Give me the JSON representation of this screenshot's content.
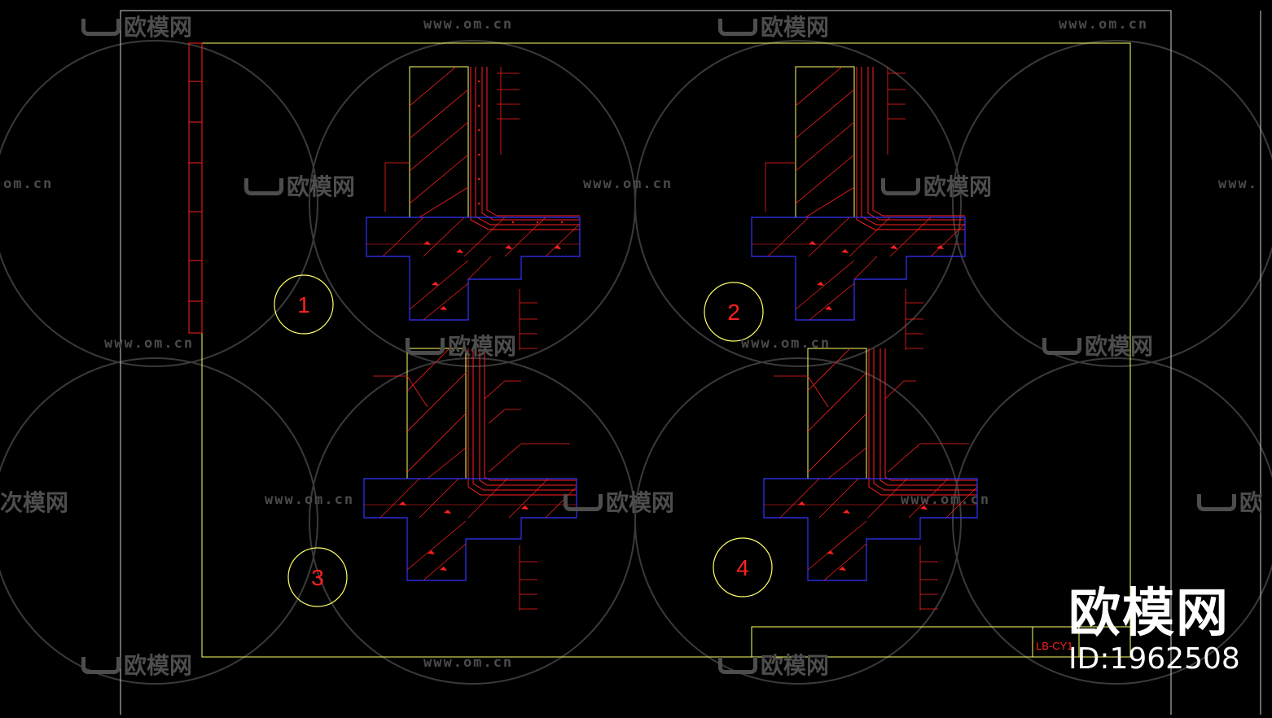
{
  "watermark": {
    "brand_cn": "欧模网",
    "url": "www.om.cn",
    "url_partial": "om.cn"
  },
  "brand_badge": {
    "name": "欧模网",
    "id": "ID:1962508"
  },
  "details": [
    {
      "number": "1"
    },
    {
      "number": "2"
    },
    {
      "number": "3"
    },
    {
      "number": "4"
    }
  ],
  "title_block": {
    "drawing_code": "LB-CY1"
  },
  "colors": {
    "background": "#000000",
    "frame_line": "#ffff66",
    "annotation_red": "#ff2020",
    "concrete_blue": "#3333ff",
    "watermark_gray": "#4d4d4d",
    "brand_white": "#ffffff"
  }
}
